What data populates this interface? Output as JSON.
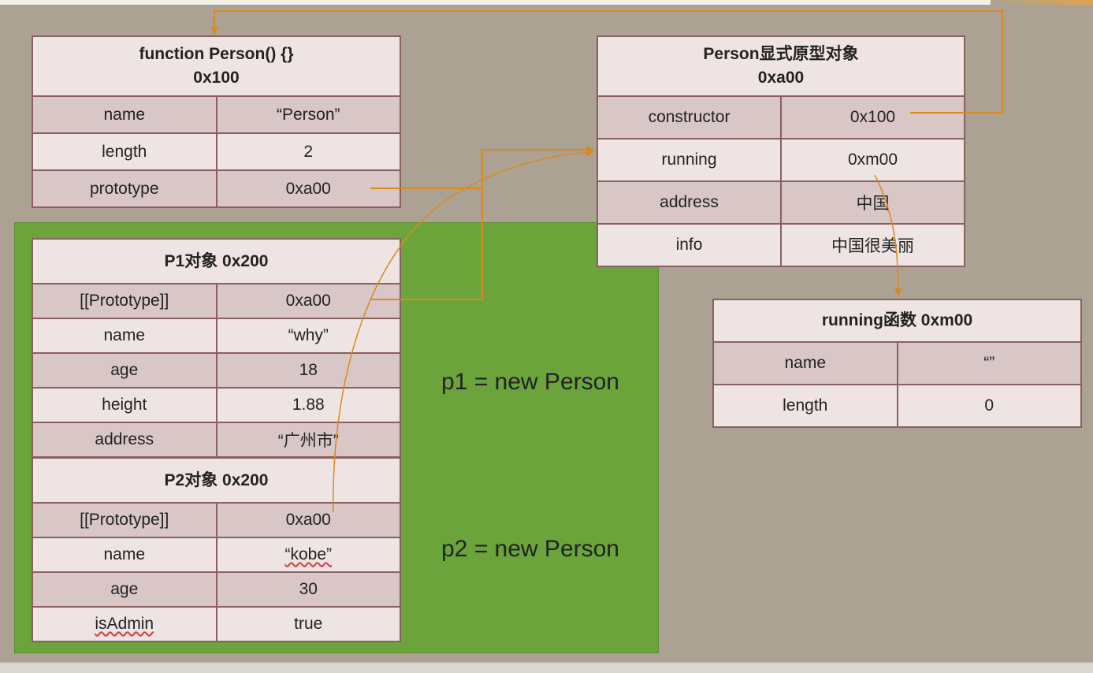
{
  "function_table": {
    "title_line1": "function Person() {}",
    "title_line2": "0x100",
    "rows": [
      {
        "key": "name",
        "value": "“Person”"
      },
      {
        "key": "length",
        "value": "2"
      },
      {
        "key": "prototype",
        "value": "0xa00"
      }
    ]
  },
  "prototype_table": {
    "title_line1": "Person显式原型对象",
    "title_line2": "0xa00",
    "rows": [
      {
        "key": "constructor",
        "value": "0x100"
      },
      {
        "key": "running",
        "value": "0xm00"
      },
      {
        "key": "address",
        "value": "中国"
      },
      {
        "key": "info",
        "value": "中国很美丽"
      }
    ]
  },
  "p1_table": {
    "title": "P1对象 0x200",
    "rows": [
      {
        "key": "[[Prototype]]",
        "value": "0xa00"
      },
      {
        "key": "name",
        "value": "“why”"
      },
      {
        "key": "age",
        "value": "18"
      },
      {
        "key": "height",
        "value": "1.88"
      },
      {
        "key": "address",
        "value": "“广州市”"
      }
    ]
  },
  "p2_table": {
    "title": "P2对象 0x200",
    "rows": [
      {
        "key": "[[Prototype]]",
        "value": "0xa00"
      },
      {
        "key": "name",
        "value": "“kobe”"
      },
      {
        "key": "age",
        "value": "30"
      },
      {
        "key": "isAdmin",
        "value": "true"
      }
    ]
  },
  "running_table": {
    "title": "running函数 0xm00",
    "rows": [
      {
        "key": "name",
        "value": "“”"
      },
      {
        "key": "length",
        "value": "0"
      }
    ]
  },
  "captions": {
    "p1": "p1 = new Person",
    "p2": "p2 = new Person"
  },
  "colors": {
    "background": "#aba293",
    "green_area": "#6aa43a",
    "arrow": "#d98a1e",
    "border": "#8a5f5f",
    "row_shade": "#d9c7c7",
    "row_light": "#efe4e4"
  }
}
